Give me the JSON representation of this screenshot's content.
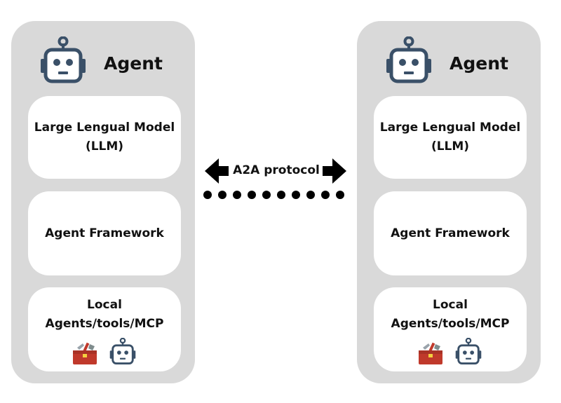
{
  "colors": {
    "panel_bg": "#d9d9d9",
    "block_bg": "#ffffff",
    "robot_color": "#3a5068",
    "text": "#111111"
  },
  "left_agent": {
    "title": "Agent",
    "llm_line1": "Large Lengual Model",
    "llm_line2": "(LLM)",
    "framework": "Agent Framework",
    "local_line1": "Local",
    "local_line2": "Agents/tools/MCP",
    "icons": [
      "robot-icon",
      "toolbox-icon",
      "small-robot-icon"
    ]
  },
  "right_agent": {
    "title": "Agent",
    "llm_line1": "Large Lengual Model",
    "llm_line2": "(LLM)",
    "framework": "Agent Framework",
    "local_line1": "Local",
    "local_line2": "Agents/tools/MCP",
    "icons": [
      "robot-icon",
      "toolbox-icon",
      "small-robot-icon"
    ]
  },
  "protocol": {
    "label": "A2A protocol",
    "arrows": [
      "arrow-left-icon",
      "arrow-right-icon"
    ],
    "connector": "dotted-line"
  }
}
